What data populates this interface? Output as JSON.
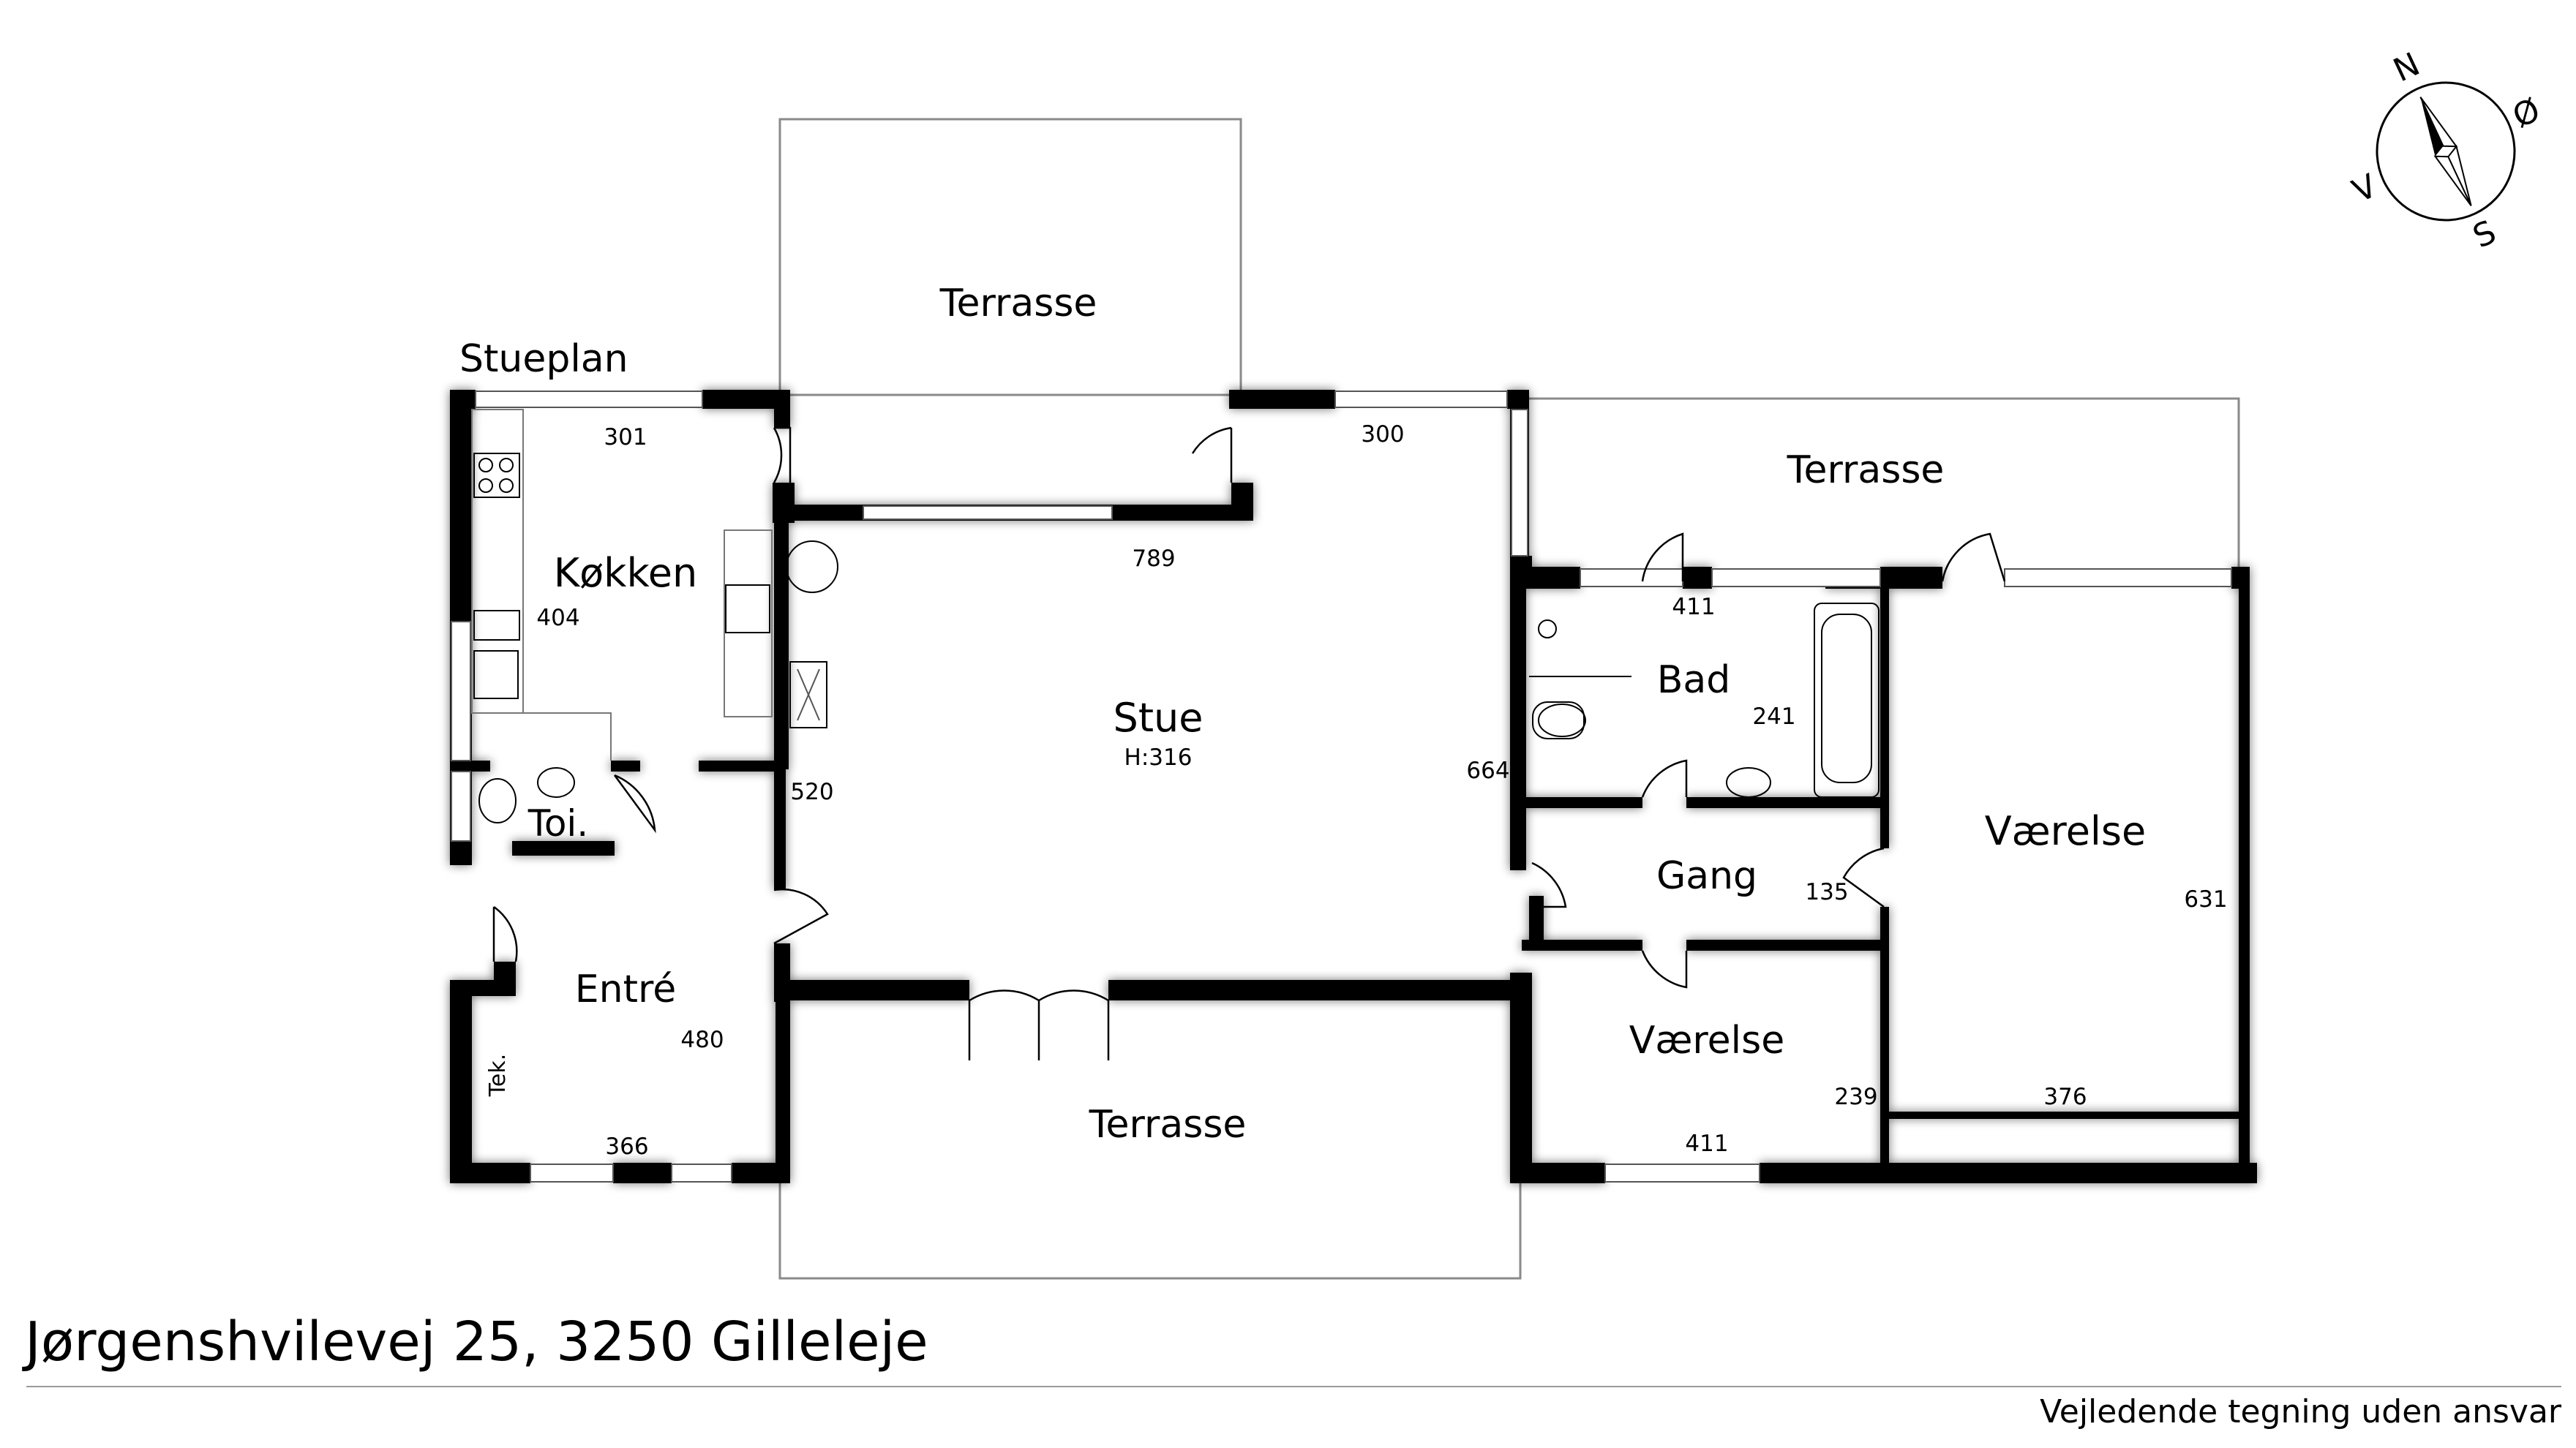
{
  "plan": {
    "floor_label": "Stueplan",
    "rooms": {
      "terrasse_top": "Terrasse",
      "terrasse_right": "Terrasse",
      "terrasse_bottom": "Terrasse",
      "kitchen": "Køkken",
      "stue": "Stue",
      "stue_height": "H:316",
      "bad": "Bad",
      "gang": "Gang",
      "vaerelse_right": "Værelse",
      "vaerelse_bottom": "Værelse",
      "toilet": "Toi.",
      "entre": "Entré",
      "tek": "Tek."
    },
    "dimensions": {
      "d301": "301",
      "d300": "300",
      "d789": "789",
      "d404": "404",
      "d520": "520",
      "d664": "664",
      "d411_bad": "411",
      "d241": "241",
      "d135": "135",
      "d631": "631",
      "d480": "480",
      "d366": "366",
      "d239": "239",
      "d411_vaer": "411",
      "d376": "376"
    }
  },
  "compass": {
    "n": "N",
    "e": "Ø",
    "s": "S",
    "w": "V"
  },
  "footer": {
    "address": "Jørgenshvilevej 25, 3250 Gilleleje",
    "disclaimer": "Vejledende tegning uden ansvar"
  }
}
